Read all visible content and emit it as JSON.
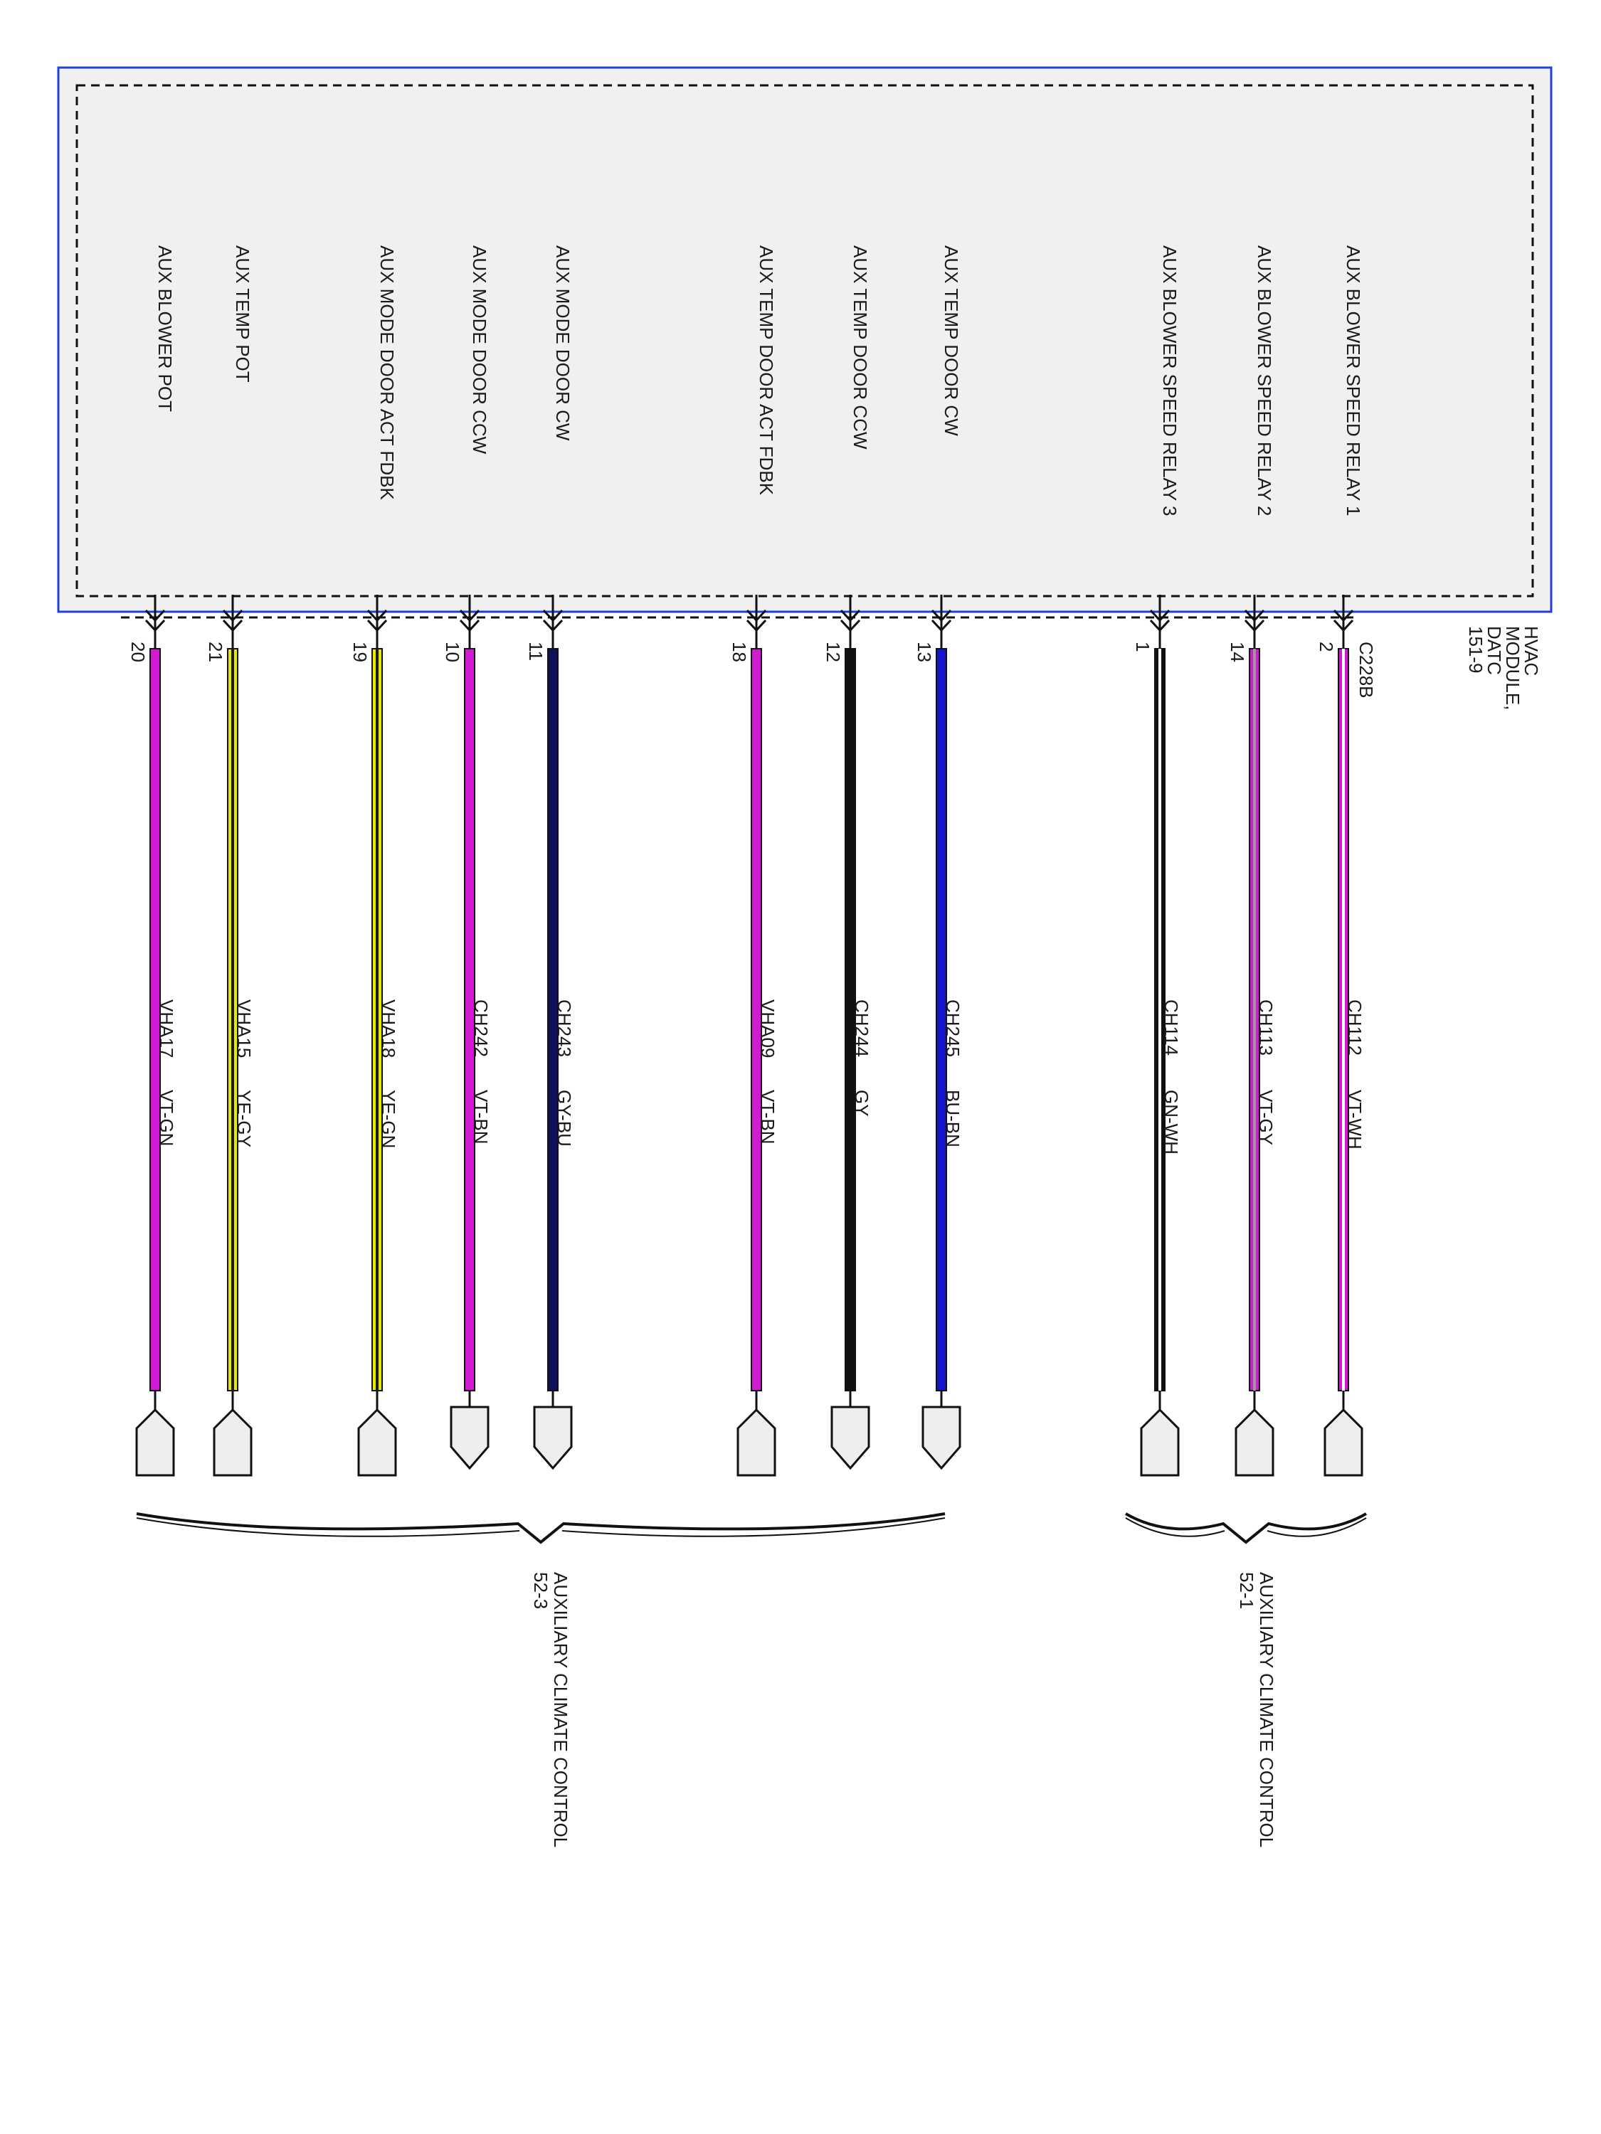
{
  "module": {
    "name_lines": [
      "HVAC",
      "MODULE,",
      "DATC",
      "151-9"
    ],
    "connector": "C228B",
    "colors": {
      "border": "#1f3fd8",
      "fill": "#f0f0f0"
    }
  },
  "wires": [
    {
      "function": "AUX BLOWER SPEED RELAY 1",
      "pin": "2",
      "circuit": "CH112",
      "color_code": "VT-WH",
      "colors": [
        "#d21ad2",
        "#ffffff"
      ],
      "group": "52-1"
    },
    {
      "function": "AUX BLOWER SPEED RELAY 2",
      "pin": "14",
      "circuit": "CH113",
      "color_code": "VT-GY",
      "colors": [
        "#d21ad2",
        "#9a9a9a"
      ],
      "group": "52-1"
    },
    {
      "function": "AUX BLOWER SPEED RELAY 3",
      "pin": "1",
      "circuit": "CH114",
      "color_code": "GN-WH",
      "colors": [
        "#111111",
        "#ffffff"
      ],
      "group": "52-1"
    },
    {
      "function": "AUX TEMP DOOR CW",
      "pin": "13",
      "circuit": "CH245",
      "color_code": "BU-BN",
      "colors": [
        "#1515cc",
        "#1515cc"
      ],
      "group": "52-3"
    },
    {
      "function": "AUX TEMP DOOR CCW",
      "pin": "12",
      "circuit": "CH244",
      "color_code": "GY",
      "colors": [
        "#111111",
        "#111111"
      ],
      "group": "52-3"
    },
    {
      "function": "AUX TEMP DOOR ACT FDBK",
      "pin": "18",
      "circuit": "VHA09",
      "color_code": "VT-BN",
      "colors": [
        "#d21ad2",
        "#d21ad2"
      ],
      "group": "52-3"
    },
    {
      "function": "AUX MODE DOOR CW",
      "pin": "11",
      "circuit": "CH243",
      "color_code": "GY-BU",
      "colors": [
        "#10105a",
        "#10105a"
      ],
      "group": "52-3"
    },
    {
      "function": "AUX MODE DOOR CCW",
      "pin": "10",
      "circuit": "CH242",
      "color_code": "VT-BN",
      "colors": [
        "#d21ad2",
        "#d21ad2"
      ],
      "group": "52-3"
    },
    {
      "function": "AUX MODE DOOR ACT FDBK",
      "pin": "19",
      "circuit": "VHA18",
      "color_code": "YE-GN",
      "colors": [
        "#e8e800",
        "#1a1a1a"
      ],
      "group": "52-3"
    },
    {
      "function": "AUX TEMP POT",
      "pin": "21",
      "circuit": "VHA15",
      "color_code": "YE-GY",
      "colors": [
        "#e8e800",
        "#1a1a1a"
      ],
      "group": "52-3"
    },
    {
      "function": "AUX BLOWER POT",
      "pin": "20",
      "circuit": "VHA17",
      "color_code": "VT-GN",
      "colors": [
        "#d21ad2",
        "#d21ad2"
      ],
      "group": "52-3"
    }
  ],
  "groups": [
    {
      "id": "52-1",
      "label_lines": [
        "AUXILIARY CLIMATE CONTROL",
        "52-1"
      ]
    },
    {
      "id": "52-3",
      "label_lines": [
        "AUXILIARY CLIMATE CONTROL",
        "52-3"
      ]
    }
  ]
}
